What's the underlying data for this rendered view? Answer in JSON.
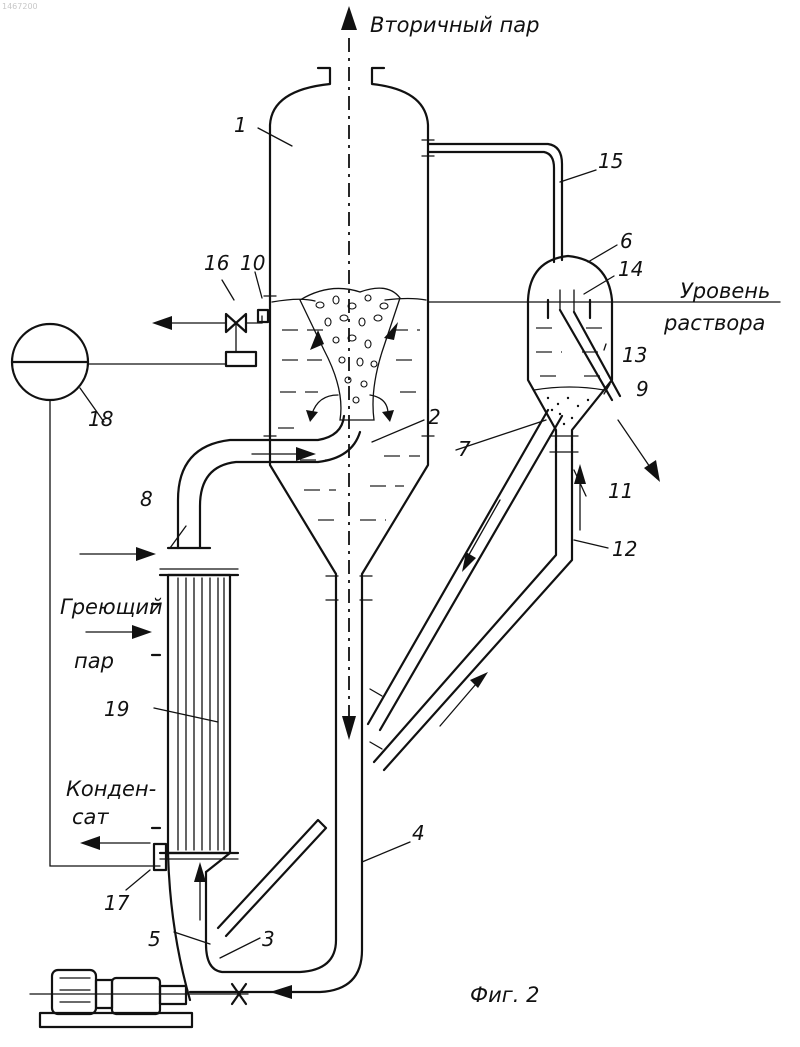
{
  "watermark": "1467200",
  "labels": {
    "secondary_steam": "Вторичный пар",
    "solution_level_line1": "Уровень",
    "solution_level_line2": "раствора",
    "heating_steam_line1": "Греющий",
    "heating_steam_line2": "пар",
    "condensate_line1": "Конден-",
    "condensate_line2": "сат",
    "figure": "Фиг. 2"
  },
  "callouts": [
    "1",
    "2",
    "3",
    "4",
    "5",
    "6",
    "7",
    "8",
    "9",
    "10",
    "11",
    "12",
    "13",
    "14",
    "15",
    "16",
    "17",
    "18",
    "19"
  ]
}
